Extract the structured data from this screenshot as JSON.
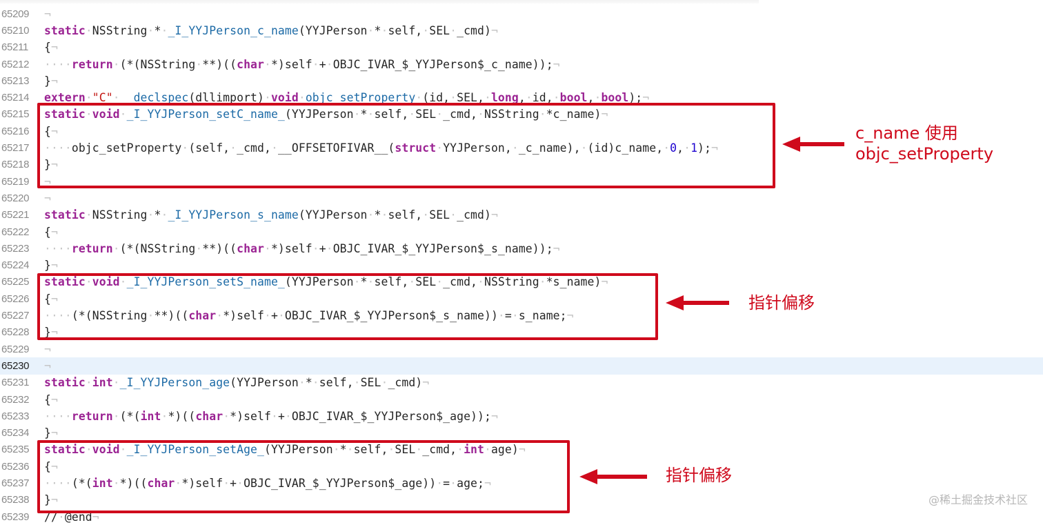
{
  "editor": {
    "current_line": "65230",
    "lines": [
      {
        "num": "65209",
        "code": ""
      },
      {
        "num": "65210",
        "code": "static NSString * _I_YYJPerson_c_name(YYJPerson * self, SEL _cmd)"
      },
      {
        "num": "65211",
        "code": "{"
      },
      {
        "num": "65212",
        "code": "    return (*(NSString **)((char *)self + OBJC_IVAR_$_YYJPerson$_c_name));"
      },
      {
        "num": "65213",
        "code": "}"
      },
      {
        "num": "65214",
        "code": "extern \"C\" __declspec(dllimport) void objc_setProperty (id, SEL, long, id, bool, bool);"
      },
      {
        "num": "65215",
        "code": "static void _I_YYJPerson_setC_name_(YYJPerson * self, SEL _cmd, NSString *c_name)"
      },
      {
        "num": "65216",
        "code": "{"
      },
      {
        "num": "65217",
        "code": "    objc_setProperty (self, _cmd, __OFFSETOFIVAR__(struct YYJPerson, _c_name), (id)c_name, 0, 1);"
      },
      {
        "num": "65218",
        "code": "}"
      },
      {
        "num": "65219",
        "code": ""
      },
      {
        "num": "65220",
        "code": ""
      },
      {
        "num": "65221",
        "code": "static NSString * _I_YYJPerson_s_name(YYJPerson * self, SEL _cmd)"
      },
      {
        "num": "65222",
        "code": "{"
      },
      {
        "num": "65223",
        "code": "    return (*(NSString **)((char *)self + OBJC_IVAR_$_YYJPerson$_s_name));"
      },
      {
        "num": "65224",
        "code": "}"
      },
      {
        "num": "65225",
        "code": "static void _I_YYJPerson_setS_name_(YYJPerson * self, SEL _cmd, NSString *s_name)"
      },
      {
        "num": "65226",
        "code": "{"
      },
      {
        "num": "65227",
        "code": "    (*(NSString **)((char *)self + OBJC_IVAR_$_YYJPerson$_s_name)) = s_name;"
      },
      {
        "num": "65228",
        "code": "}"
      },
      {
        "num": "65229",
        "code": ""
      },
      {
        "num": "65230",
        "code": ""
      },
      {
        "num": "65231",
        "code": "static int _I_YYJPerson_age(YYJPerson * self, SEL _cmd)"
      },
      {
        "num": "65232",
        "code": "{"
      },
      {
        "num": "65233",
        "code": "    return (*(int *)((char *)self + OBJC_IVAR_$_YYJPerson$_age));"
      },
      {
        "num": "65234",
        "code": "}"
      },
      {
        "num": "65235",
        "code": "static void _I_YYJPerson_setAge_(YYJPerson * self, SEL _cmd, int age)"
      },
      {
        "num": "65236",
        "code": "{"
      },
      {
        "num": "65237",
        "code": "    (*(int *)((char *)self + OBJC_IVAR_$_YYJPerson$_age)) = age;"
      },
      {
        "num": "65238",
        "code": "}"
      },
      {
        "num": "65239",
        "code": "// @end"
      }
    ]
  },
  "annotations": [
    {
      "label": "c_name 使用\nobjc_setProperty",
      "color": "#cf0a1c"
    },
    {
      "label": "指针偏移",
      "color": "#cf0a1c"
    },
    {
      "label": "指针偏移",
      "color": "#cf0a1c"
    }
  ],
  "watermark": "@稀土掘金技术社区",
  "colors": {
    "keyword": "#9b2393",
    "function": "#1c6aa6",
    "number": "#1c00cf",
    "string": "#c41a16",
    "highlight_box": "#cf0a1c",
    "current_line_bg": "#e8f2fc"
  }
}
